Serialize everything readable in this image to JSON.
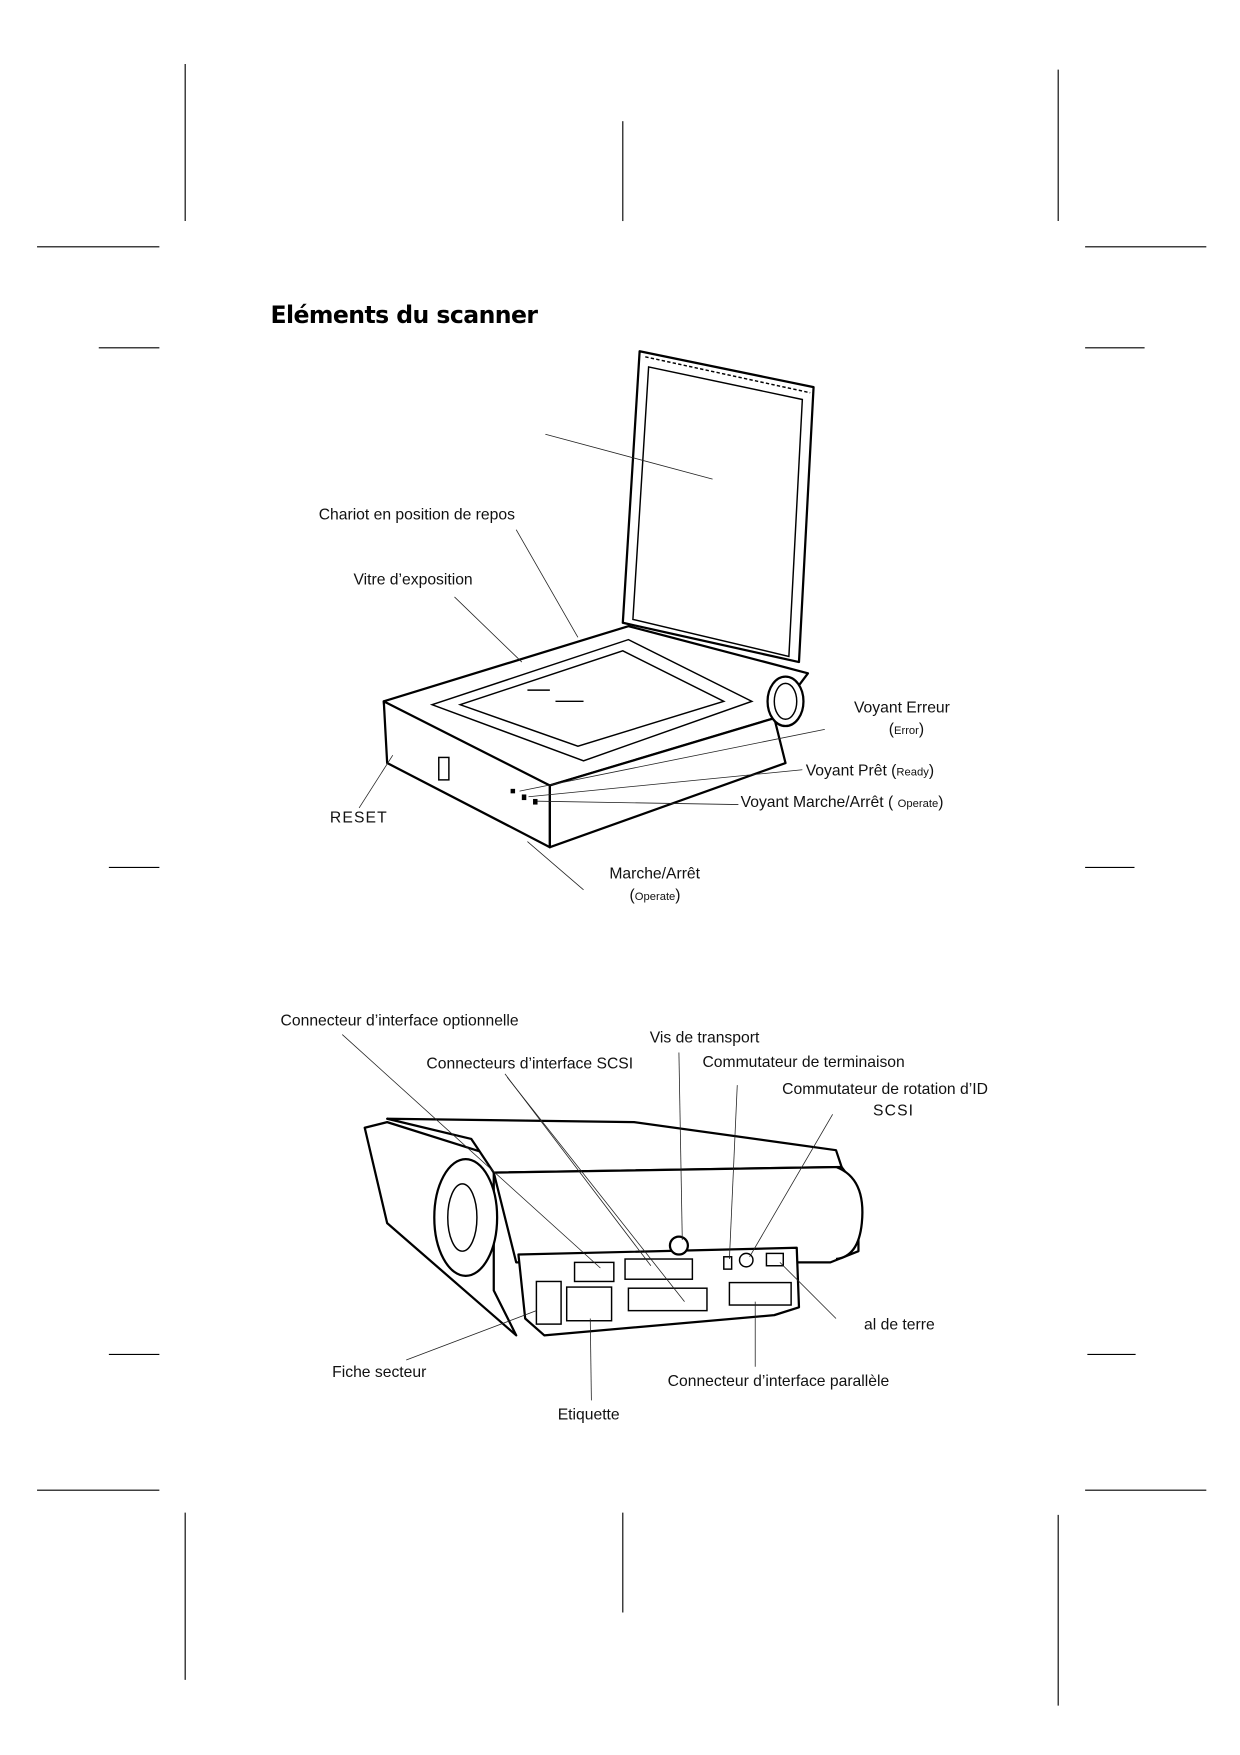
{
  "title": "Eléments du scanner",
  "figure1": {
    "labels": {
      "carriage": "Chariot en position de repos",
      "glass": "Vitre d’exposition",
      "error_light": "Voyant Erreur",
      "error_sub": "Error",
      "ready_light": "Voyant Prêt (",
      "ready_sub": "Ready",
      "operate_light": "Voyant Marche/Arrêt (",
      "operate_sub": "Operate",
      "reset": "RESET",
      "power_button": "Marche/Arrêt",
      "power_sub": "Operate"
    }
  },
  "figure2": {
    "labels": {
      "optional_interface": "Connecteur d’interface optionnelle",
      "transport_screw": "Vis de transport",
      "scsi_connectors": "Connecteurs d’interface SCSI",
      "termination_switch": "Commutateur de terminaison",
      "scsi_id_switch": "Commutateur de rotation d’ID",
      "scsi_id_switch_2": "SCSI",
      "ground": "al de terre",
      "power_inlet": "Fiche secteur",
      "parallel": "Connecteur d’interface parallèle",
      "label": "Etiquette"
    }
  }
}
